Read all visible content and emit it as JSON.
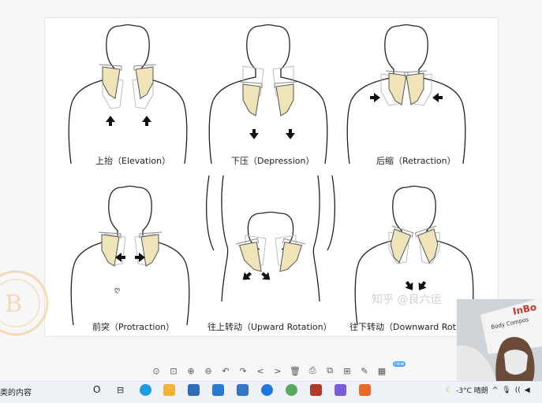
{
  "figure": {
    "panels": [
      {
        "caption": "上抬（Elevation）"
      },
      {
        "caption": "下压（Depression）"
      },
      {
        "caption": "后缩（Retraction）"
      },
      {
        "caption": "前突（Protraction）"
      },
      {
        "caption": "往上转动（Upward Rotation）"
      },
      {
        "caption": "往下转动（Downward Rot"
      }
    ],
    "watermark": "知乎 @良六运"
  },
  "toolbar": {
    "buttons": [
      "⊙",
      "⊡",
      "⊕",
      "⊖",
      "↶",
      "↷",
      "<",
      ">",
      "🗑",
      "⎙",
      "⧉",
      "⊞",
      "✎",
      "▦"
    ],
    "new_badge": "new"
  },
  "taskbar": {
    "search_text": "类的内容",
    "start_glyph": "O",
    "taskview_glyph": "⊟",
    "apps": [
      {
        "name": "edge",
        "color": "#1f9be0"
      },
      {
        "name": "file-explorer",
        "color": "#f2b233"
      },
      {
        "name": "app-blue",
        "color": "#2d6db5"
      },
      {
        "name": "mail",
        "color": "#2a7ad3"
      },
      {
        "name": "app-blue-2",
        "color": "#3576c4"
      },
      {
        "name": "app-circle",
        "color": "#2277dd"
      },
      {
        "name": "app-green",
        "color": "#57a95c"
      },
      {
        "name": "wps",
        "color": "#b23a2a"
      },
      {
        "name": "app-mountain",
        "color": "#7a5cd6"
      },
      {
        "name": "app-play",
        "color": "#e96a2a"
      }
    ],
    "tray": {
      "weather": "-3°C 晴朗",
      "chevron": "^",
      "mic": "🎙",
      "wifi": "((",
      "speaker": "◀"
    }
  },
  "webcam": {
    "brand_text": "InBo",
    "sub_text": "Body Compos"
  }
}
